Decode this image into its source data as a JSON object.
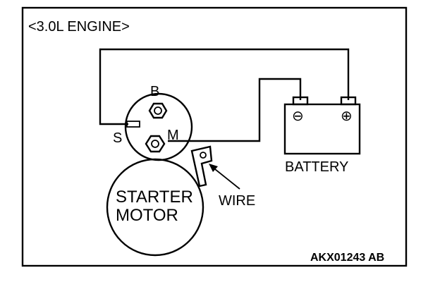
{
  "diagram": {
    "title": "<3.0L ENGINE>",
    "terminals": {
      "b": "B",
      "s": "S",
      "m": "M"
    },
    "battery_label": "BATTERY",
    "battery_negative": "⊖",
    "battery_positive": "⊕",
    "starter_line1": "STARTER",
    "starter_line2": "MOTOR",
    "wire_label": "WIRE",
    "figure_code": "AKX01243 AB"
  }
}
